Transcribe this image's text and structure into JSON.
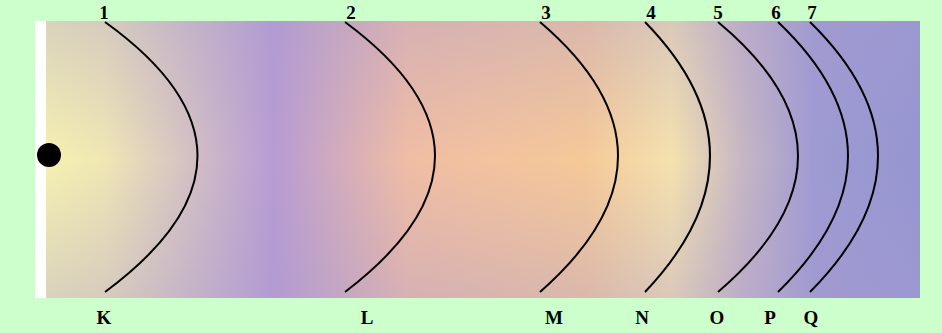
{
  "diagram": {
    "labels": [
      "1",
      "2",
      "3",
      "4",
      "5",
      "6",
      "7",
      "K",
      "L",
      "M",
      "N",
      "O",
      "P",
      "Q"
    ]
  }
}
